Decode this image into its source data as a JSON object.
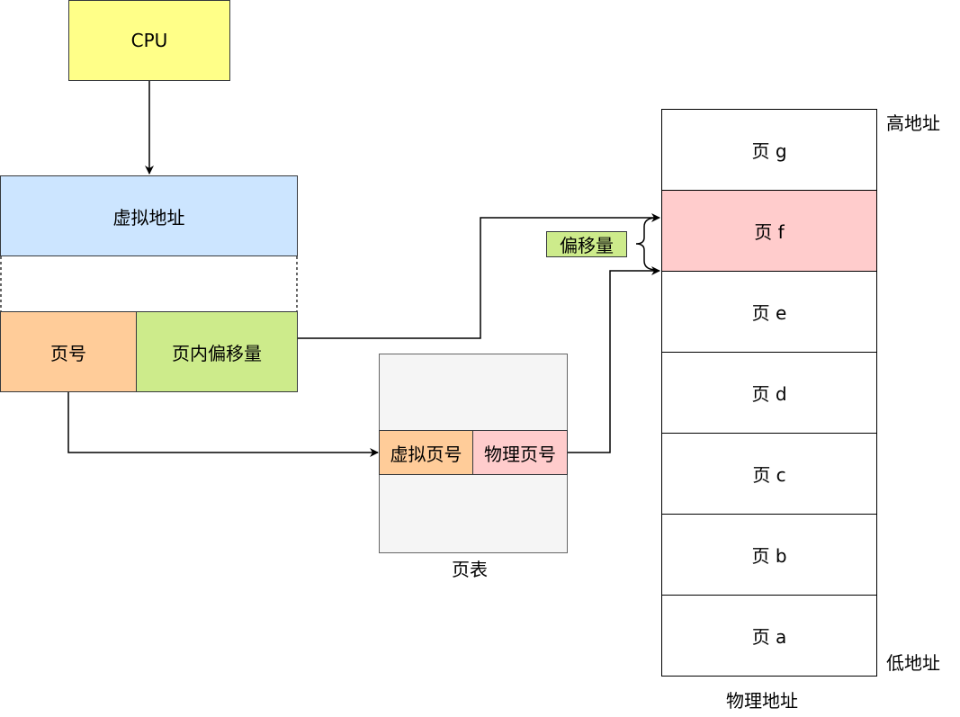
{
  "cpu": {
    "label": "CPU",
    "color": "#ffff88"
  },
  "virtual_address": {
    "label": "虚拟地址",
    "color": "#cce5ff"
  },
  "page_number": {
    "label": "页号",
    "color": "#ffcc99"
  },
  "page_offset": {
    "label": "页内偏移量",
    "color": "#cdeb8b"
  },
  "page_table": {
    "caption": "页表",
    "color": "#f5f5f5",
    "entry": {
      "virtual_page": "虚拟页号",
      "physical_page": "物理页号",
      "virtual_color": "#ffcc99",
      "physical_color": "#ffcccc"
    }
  },
  "offset_tag": {
    "label": "偏移量",
    "color": "#cdeb8b"
  },
  "physical_memory": {
    "caption": "物理地址",
    "high_label": "高地址",
    "low_label": "低地址",
    "highlight_color": "#ffcccc",
    "pages": [
      "页 g",
      "页 f",
      "页 e",
      "页 d",
      "页 c",
      "页 b",
      "页 a"
    ]
  }
}
